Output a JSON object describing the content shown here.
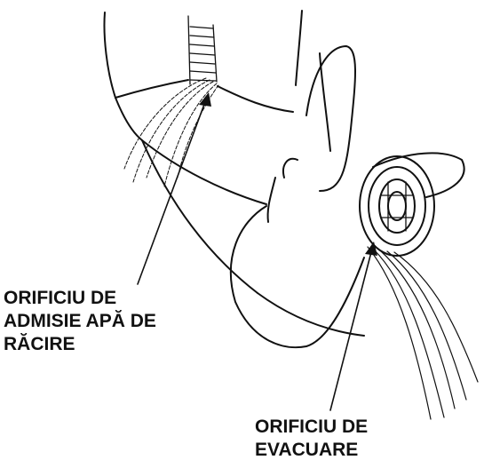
{
  "labels": {
    "intake": [
      "ORIFICIU DE",
      "ADMISIE APĂ DE",
      "RĂCIRE"
    ],
    "exhaust": [
      "ORIFICIU DE",
      "EVACUARE"
    ]
  },
  "colors": {
    "ink": "#111111",
    "background": "#ffffff"
  }
}
